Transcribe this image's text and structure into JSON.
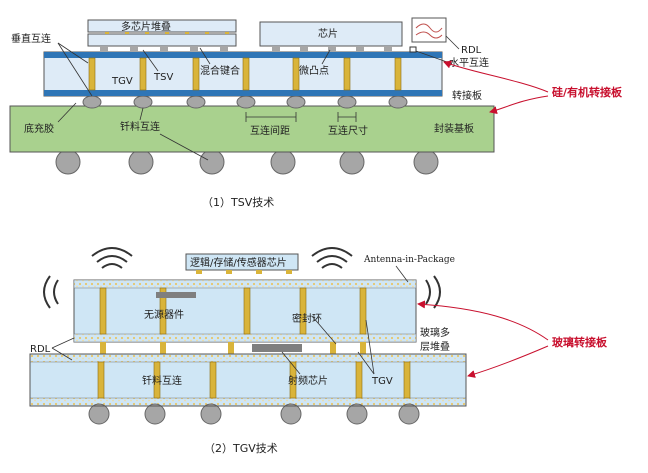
{
  "diagram1": {
    "labels": {
      "multi_chip_stack": "多芯片堆叠",
      "chip": "芯片",
      "vertical_interconnect": "垂直互连",
      "tgv": "TGV",
      "tsv": "TSV",
      "hybrid_bonding": "混合键合",
      "microbump": "微凸点",
      "rdl": "RDL",
      "horizontal_interconnect": "水平互连",
      "interposer": "转接板",
      "underfill": "底充胶",
      "solder_interconnect": "钎料互连",
      "interconnect_pitch": "互连间距",
      "interconnect_size": "互连尺寸",
      "package_substrate": "封装基板",
      "side_label": "硅/有机转接板"
    },
    "caption": "（1）TSV技术"
  },
  "diagram2": {
    "labels": {
      "logic_memory_sensor": "逻辑/存储/传感器芯片",
      "antenna_in_package": "Antenna-in-Package",
      "passive_devices": "无源器件",
      "seal_ring": "密封环",
      "rdl": "RDL",
      "glass_multilayer": "玻璃多",
      "layer_stack": "层堆叠",
      "solder_interconnect": "钎料互连",
      "rf_chip": "射频芯片",
      "tgv": "TGV",
      "side_label": "玻璃转接板"
    },
    "caption": "（2）TGV技术"
  },
  "colors": {
    "substrate_green": "#a9d18e",
    "interposer_blue": "#bdd7ee",
    "glass_blue": "#cfe6f5",
    "via_gold": "#d9b43a",
    "bump_gray": "#a6a6a6",
    "rdl_blue": "#2e75b6",
    "accent_red": "#c8102e"
  }
}
